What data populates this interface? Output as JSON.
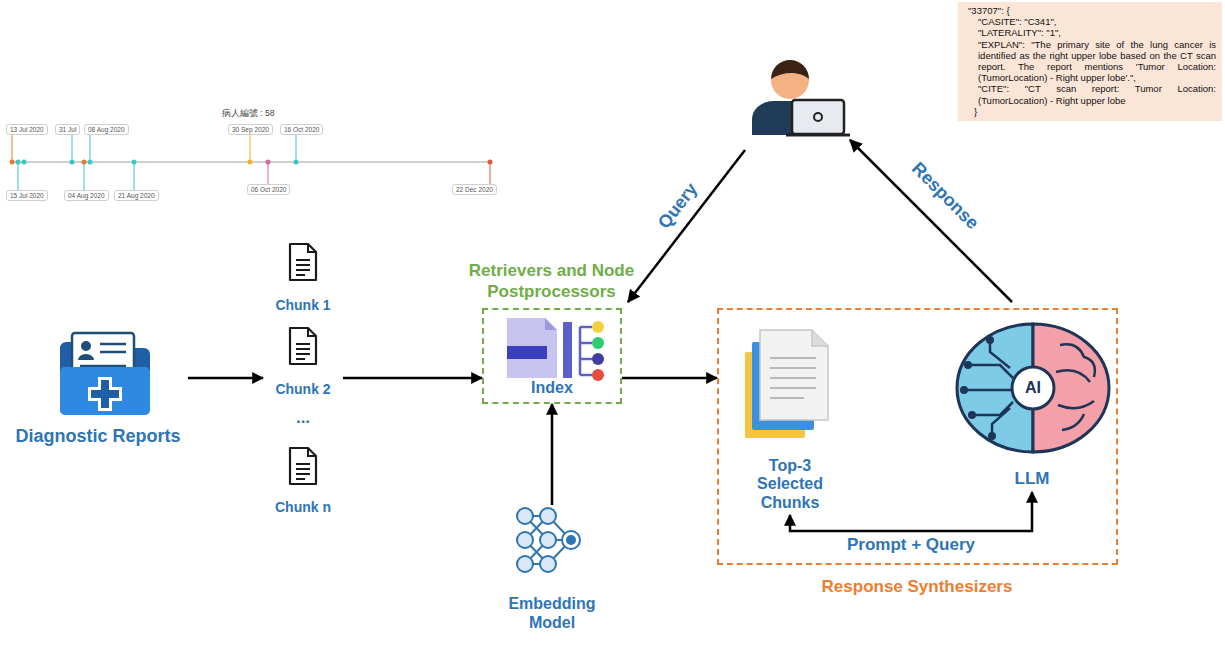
{
  "diagram": {
    "nodes": [
      {
        "text": [
          "Diagnostic Reports"
        ]
      },
      {
        "text": [
          "Chunk 1"
        ]
      },
      {
        "text": [
          "Chunk 2"
        ]
      },
      {
        "text": [
          "Chunk n"
        ]
      },
      {
        "text": [
          "Retrievers and Node Postprocessors"
        ]
      },
      {
        "text": [
          "Index"
        ],
        "in": 4
      },
      {
        "text": [
          "Embedding Model"
        ]
      },
      {
        "text": [
          "Response Synthesizers"
        ]
      },
      {
        "text": [
          "Top-3 Selected Chunks"
        ],
        "in": 7
      },
      {
        "text": [
          "LLM"
        ],
        "in": 7
      },
      {
        "text": [
          "\"33707\": {",
          "\"CASITE\": \"C341\",",
          "\"LATERALITY\": \"1\",",
          "\"EXPLAN\": \"The primary site of the lung cancer is identified as the right upper lobe based on the CT scan report. The report mentions 'Tumor Location: (TumorLocation) - Right upper lobe'.\",",
          "\"CITE\": \"CT scan report: Tumor Location: (TumorLocation) - Right upper lobe",
          "}"
        ]
      }
    ],
    "edges": [
      {
        "from": 0,
        "to": 2,
        "arrow": "to"
      },
      {
        "from": 2,
        "to": 4,
        "arrow": "to"
      },
      {
        "from": 4,
        "to": 7,
        "arrow": "to"
      },
      {
        "from": 6,
        "to": 4,
        "arrow": "to"
      },
      {
        "from": 8,
        "to": 9,
        "label": "Prompt + Query",
        "arrow": "both"
      }
    ],
    "labels": [
      "病人編號 : 58",
      "13 Jul 2020",
      "31 Jul",
      "08 Aug 2020",
      "30 Sep 2020",
      "16 Oct 2020",
      "15 Jul 2020",
      "04 Aug 2020",
      "21 Aug 2020",
      "06 Oct 2020",
      "22 Dec 2020",
      "...",
      "Query",
      "Response",
      "AI"
    ]
  }
}
